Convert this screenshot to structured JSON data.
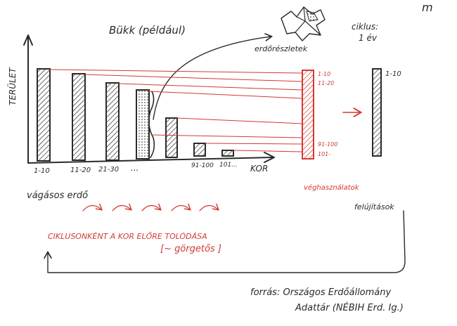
{
  "diagram": {
    "corner_mark": "m",
    "title": "Bükk (például)",
    "y_axis_label": "TERÜLET",
    "x_axis_label": "KOR",
    "cycle_label_line1": "ciklus:",
    "cycle_label_line2": "1 év",
    "forest_parts_label": "erdőrészletek",
    "age_classes": [
      "1-10",
      "11-20",
      "21-30",
      "..."
    ],
    "age_classes_right": [
      "91-100",
      "101..."
    ],
    "even_aged_label": "vágásos erdő",
    "cycle_text": "CIKLUSONKÉNT A KOR ELŐRE TOLÓDÁSA",
    "rolling_text": "[~ görgetős ]",
    "final_cut_label": "véghasználatok",
    "final_cut_ticks": [
      "1-10",
      "11-20",
      "91-100",
      "101-"
    ],
    "regeneration_label": "felújítások",
    "regen_bar_label": "1-10",
    "source_line1": "forrás: Országos Erdőállomány",
    "source_line2": "Adattár (NÉBIH Erd. Ig.)"
  },
  "colors": {
    "ink": "#2a2a2a",
    "red": "#d23a32"
  }
}
